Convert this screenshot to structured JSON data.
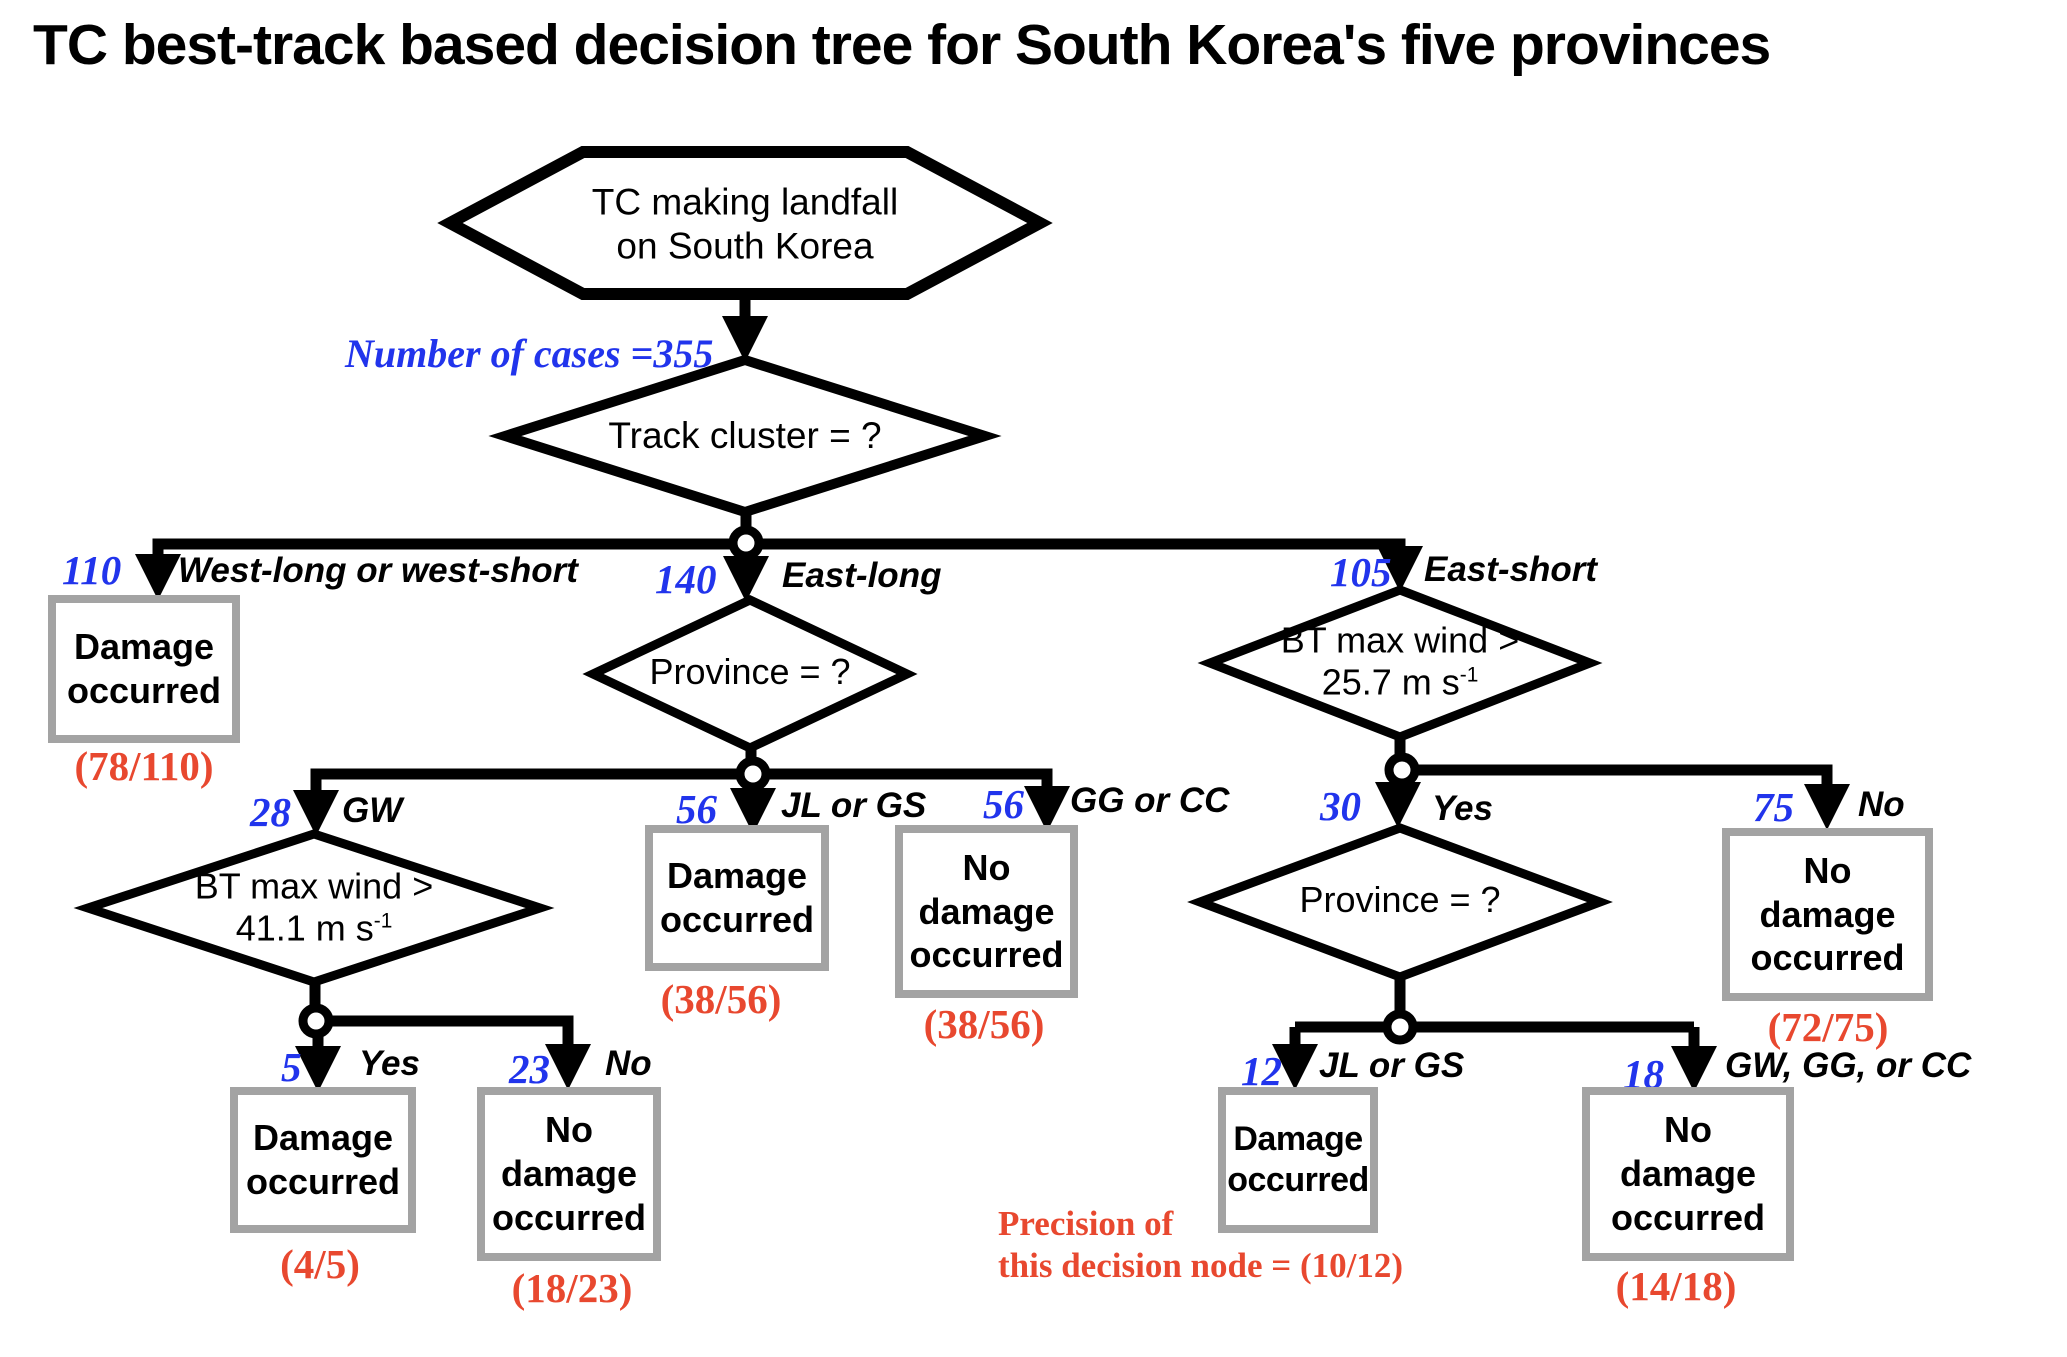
{
  "title": "TC best-track based decision tree for South Korea's five provinces",
  "colors": {
    "accent_blue": "#2134ec",
    "accent_red": "#e8482f",
    "box_border_gray": "#a3a3a3",
    "line_black": "#000000"
  },
  "root_node": {
    "line1": "TC making landfall",
    "line2": "on South Korea"
  },
  "notes": {
    "cases": "Number of cases =355",
    "precision_line1": "Precision of",
    "precision_line2": "this decision node = (10/12)"
  },
  "decision_nodes": {
    "track_cluster": {
      "label": "Track cluster = ?"
    },
    "province_mid": {
      "label": "Province = ?"
    },
    "wind_41": {
      "line1": "BT max wind >",
      "value": "41.1 m s",
      "sup": "-1"
    },
    "wind_257": {
      "line1": "BT max wind >",
      "value": "25.7 m s",
      "sup": "-1"
    },
    "province_right": {
      "label": "Province = ?"
    }
  },
  "branches": {
    "west": {
      "count": "110",
      "label": "West-long or west-short"
    },
    "east_long": {
      "count": "140",
      "label": "East-long"
    },
    "east_short": {
      "count": "105",
      "label": "East-short"
    },
    "gw": {
      "count": "28",
      "label": "GW"
    },
    "jl_gs_mid": {
      "count": "56",
      "label": "JL or GS"
    },
    "gg_cc": {
      "count": "56",
      "label": "GG or CC"
    },
    "yes_wind257": {
      "count": "30",
      "label": "Yes"
    },
    "no_wind257": {
      "count": "75",
      "label": "No"
    },
    "yes_wind41": {
      "count": "5",
      "label": "Yes"
    },
    "no_wind41": {
      "count": "23",
      "label": "No"
    },
    "jl_gs_right": {
      "count": "12",
      "label": "JL or GS"
    },
    "gw_gg_cc": {
      "count": "18",
      "label": "GW, GG, or CC"
    }
  },
  "leaves": {
    "west": {
      "line1": "Damage",
      "line2": "occurred",
      "precision": "(78/110)"
    },
    "jl_gs_mid": {
      "line1": "Damage",
      "line2": "occurred",
      "precision": "(38/56)"
    },
    "gg_cc": {
      "line1": "No",
      "line2": "damage",
      "line3": "occurred",
      "precision": "(38/56)"
    },
    "no_wind257": {
      "line1": "No",
      "line2": "damage",
      "line3": "occurred",
      "precision": "(72/75)"
    },
    "yes_wind41": {
      "line1": "Damage",
      "line2": "occurred",
      "precision": "(4/5)"
    },
    "no_wind41": {
      "line1": "No",
      "line2": "damage",
      "line3": "occurred",
      "precision": "(18/23)"
    },
    "jl_gs_right": {
      "line1": "Damage",
      "line2": "occurred"
    },
    "gw_gg_cc": {
      "line1": "No",
      "line2": "damage",
      "line3": "occurred",
      "precision": "(14/18)"
    }
  }
}
